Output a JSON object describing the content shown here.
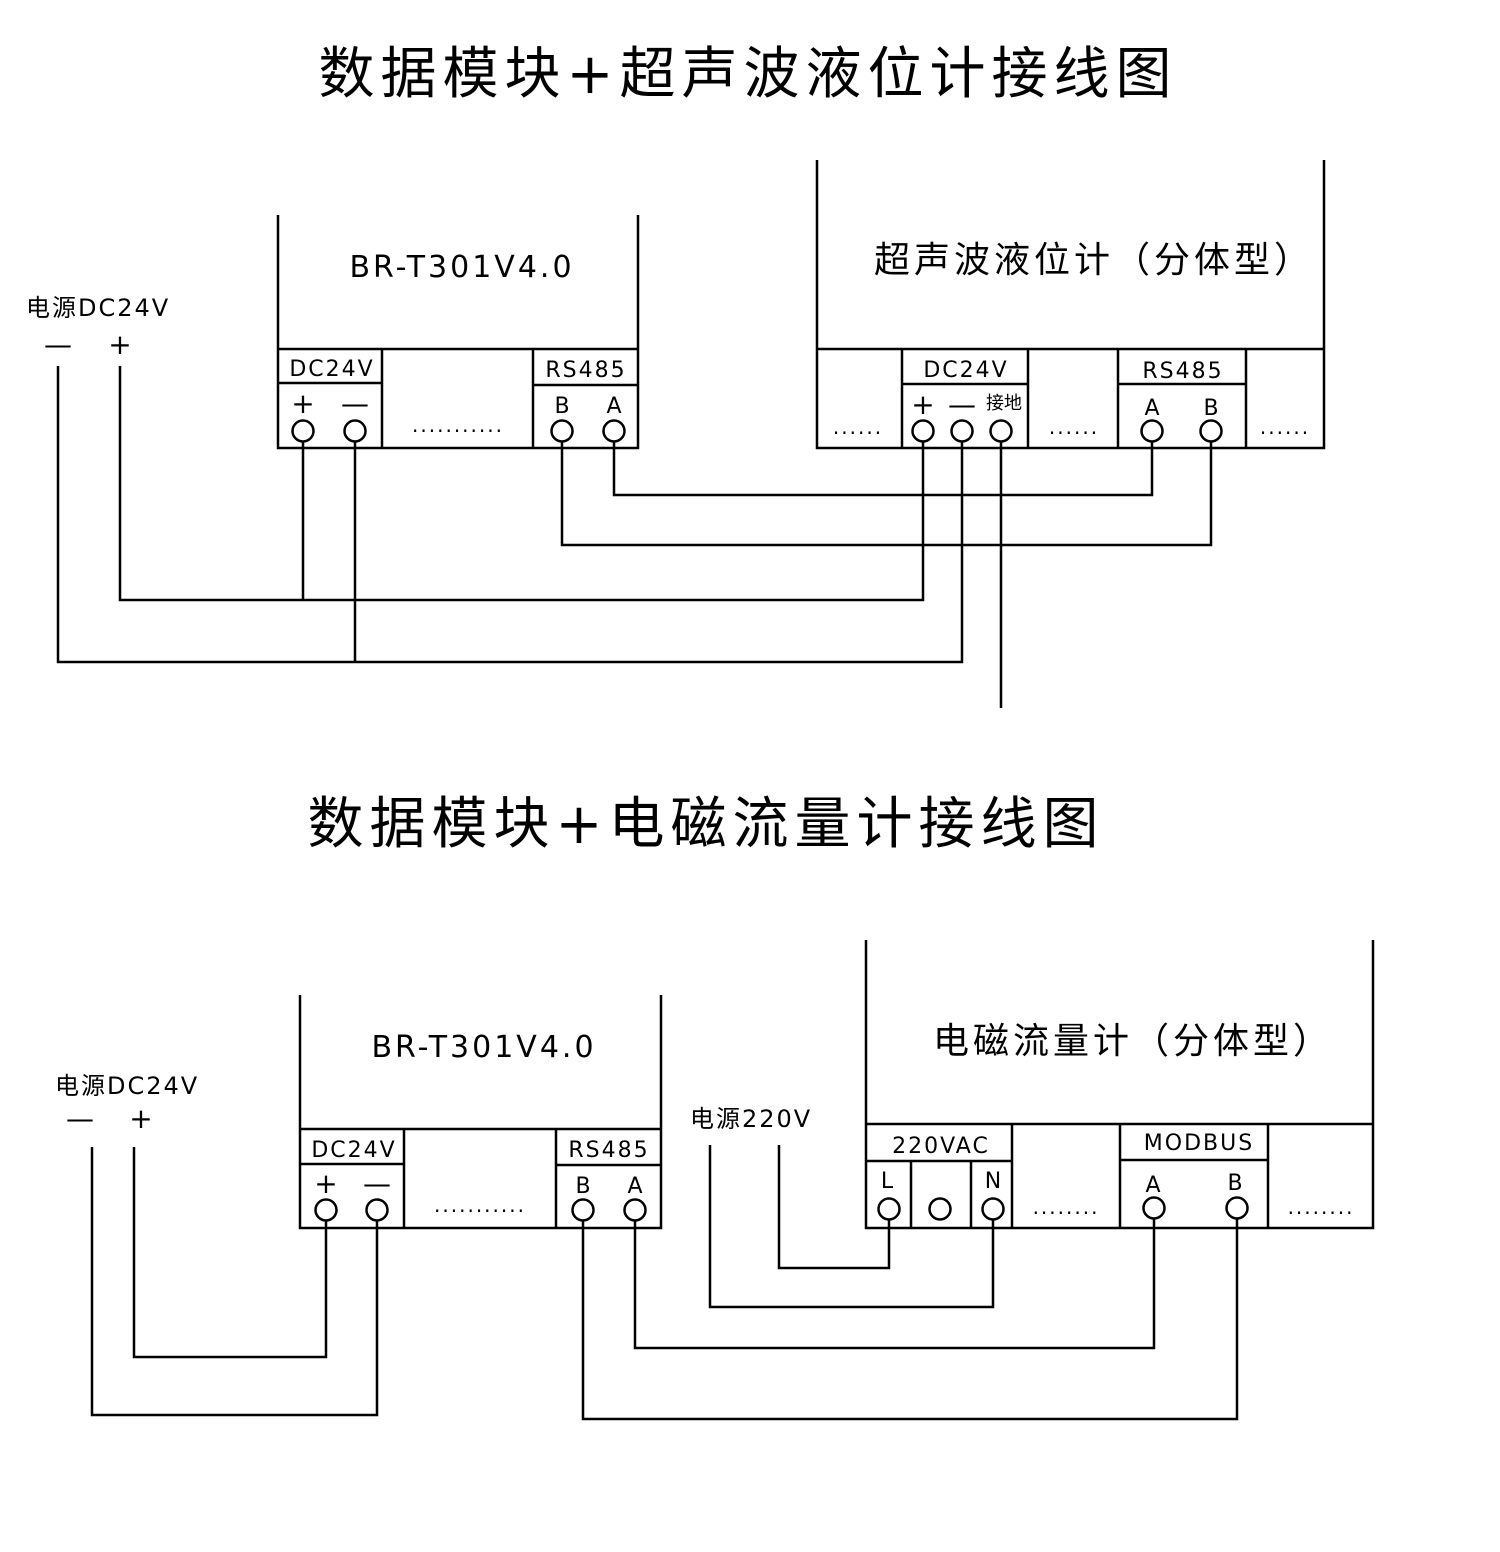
{
  "diagram1": {
    "title": "数据模块+超声波液位计接线图",
    "power": {
      "label": "电源DC24V",
      "minus": "—",
      "plus": "+"
    },
    "module": {
      "name": "BR-T301V4.0",
      "dc_header": "DC24V",
      "dc_plus": "+",
      "dc_minus": "—",
      "dots": "...........",
      "rs_header": "RS485",
      "pin_b": "B",
      "pin_a": "A"
    },
    "meter": {
      "name": "超声波液位计（分体型）",
      "dots_left": "......",
      "dc_header": "DC24V",
      "dc_plus": "+",
      "dc_minus": "—",
      "ground": "接地",
      "dots_mid": "......",
      "rs_header": "RS485",
      "pin_a": "A",
      "pin_b": "B",
      "dots_right": "......"
    }
  },
  "diagram2": {
    "title": "数据模块+电磁流量计接线图",
    "power": {
      "label": "电源DC24V",
      "minus": "—",
      "plus": "+"
    },
    "module": {
      "name": "BR-T301V4.0",
      "dc_header": "DC24V",
      "dc_plus": "+",
      "dc_minus": "—",
      "dots": "...........",
      "rs_header": "RS485",
      "pin_b": "B",
      "pin_a": "A"
    },
    "ac_power_label": "电源220V",
    "meter": {
      "name": "电磁流量计（分体型）",
      "ac_header": "220VAC",
      "pin_l": "L",
      "pin_n": "N",
      "dots_mid": "........",
      "modbus_header": "MODBUS",
      "pin_a": "A",
      "pin_b": "B",
      "dots_right": "........"
    }
  }
}
